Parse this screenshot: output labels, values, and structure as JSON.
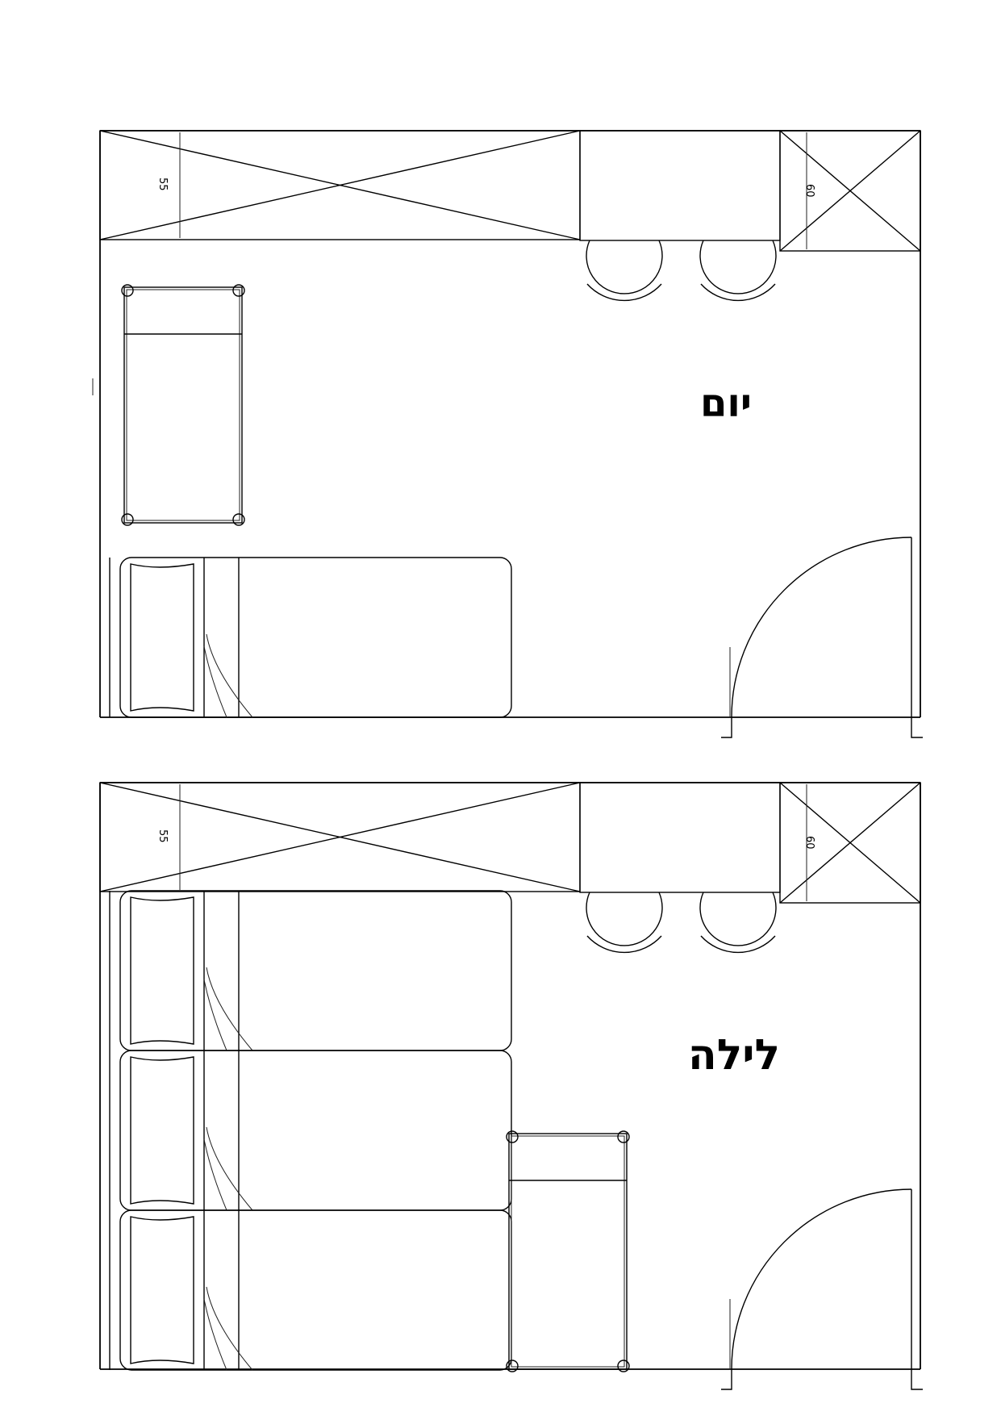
{
  "plans": [
    {
      "id": "day",
      "label": "יום",
      "wardrobe_dimension": "55",
      "cabinet_dimension": "60",
      "furniture": [
        "wardrobe",
        "desk",
        "chair",
        "chair",
        "corner-cabinet",
        "single-bed-frame",
        "sofa-bed",
        "door"
      ]
    },
    {
      "id": "night",
      "label": "לילה",
      "wardrobe_dimension": "55",
      "cabinet_dimension": "60",
      "furniture": [
        "wardrobe",
        "desk",
        "chair",
        "chair",
        "corner-cabinet",
        "bed",
        "bed",
        "bed",
        "single-bed-frame",
        "door"
      ]
    }
  ]
}
